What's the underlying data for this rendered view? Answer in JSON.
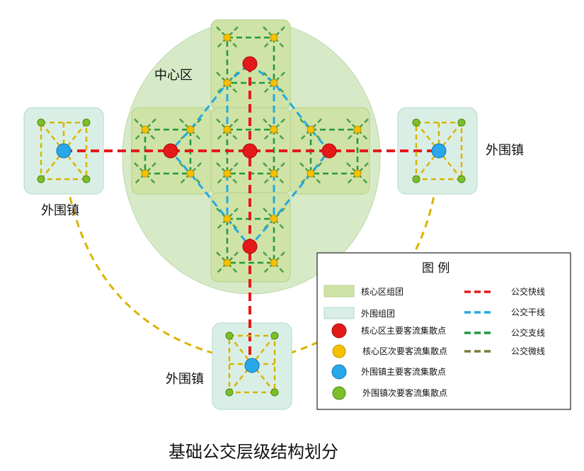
{
  "labels": {
    "center_zone": "中心区",
    "outer_town_left": "外围镇",
    "outer_town_right": "外围镇",
    "outer_town_bottom": "外围镇",
    "caption": "基础公交层级结构划分"
  },
  "legend": {
    "title": "图 例",
    "items": [
      {
        "label": "核心区组团",
        "symbol": "core-cluster-swatch",
        "color": "#d4e6b0"
      },
      {
        "label": "外围组团",
        "symbol": "outer-cluster-swatch",
        "color": "#d8eee4"
      },
      {
        "label": "核心区主要客流集散点",
        "symbol": "red-node-icon",
        "color": "#e41a1a"
      },
      {
        "label": "核心区次要客流集散点",
        "symbol": "yellow-node-icon",
        "color": "#f5c000"
      },
      {
        "label": "外围镇主要客流集散点",
        "symbol": "blue-node-icon",
        "color": "#2aa7ea"
      },
      {
        "label": "外围镇次要客流集散点",
        "symbol": "green-node-icon",
        "color": "#7bbf2a"
      }
    ],
    "lines": [
      {
        "label": "公交快线",
        "color": "#e41a1a"
      },
      {
        "label": "公交干线",
        "color": "#25a9e0"
      },
      {
        "label": "公交支线",
        "color": "#1e9a3c"
      },
      {
        "label": "公交微线",
        "color": "#7a7a3a"
      }
    ]
  },
  "colors": {
    "center_circle": "#d7eac8",
    "core_cluster": "#cfe3a6",
    "outer_cluster": "#d9efe6",
    "express": "#e41a1a",
    "trunk": "#25a9e0",
    "branch": "#1e9a3c",
    "micro": "#7a7a3a",
    "outer_link": "#d9b400"
  }
}
